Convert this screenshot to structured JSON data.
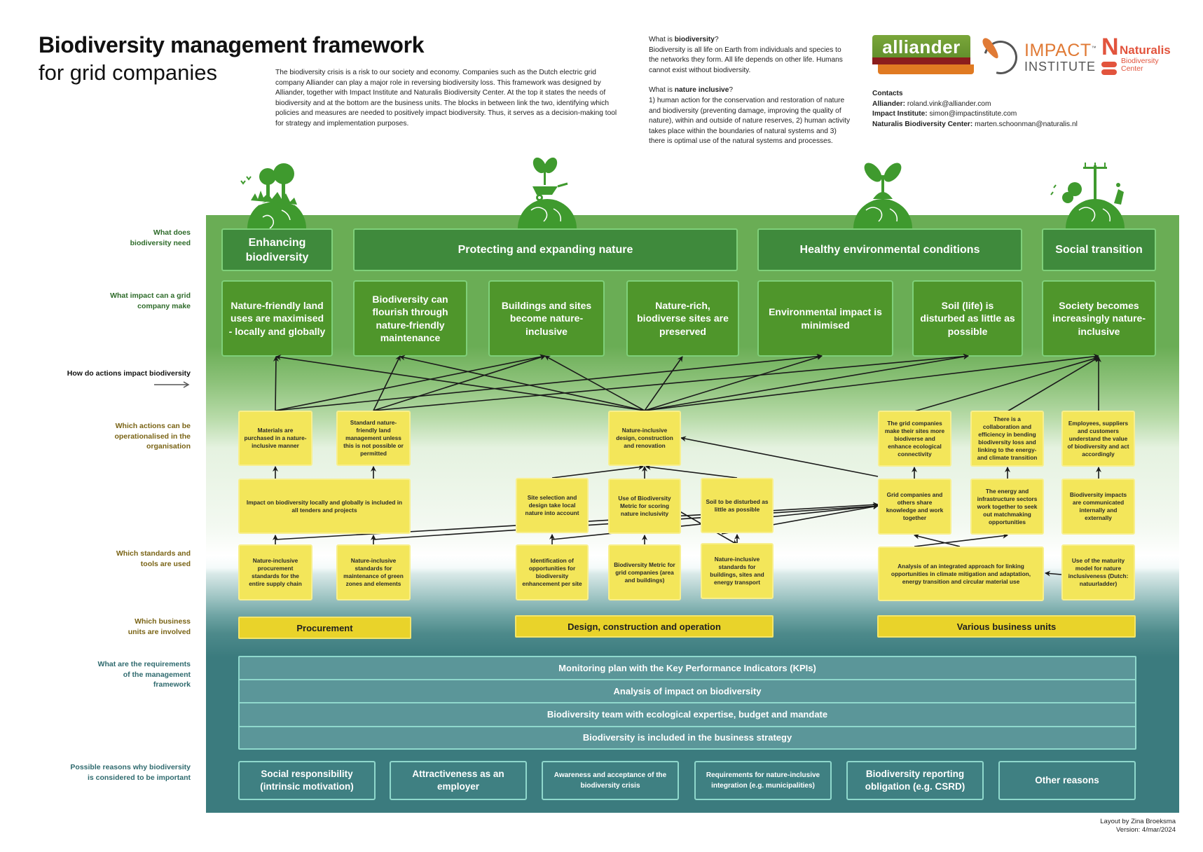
{
  "header": {
    "title": "Biodiversity management framework",
    "subtitle": "for grid companies",
    "intro": "The biodiversity crisis is a risk to our society and economy. Companies such as the Dutch electric grid company Alliander can play a major role in reversing biodiversity loss. This framework was designed by Alliander, together with Impact Institute and Naturalis Biodiversity Center. At the top it states the needs of biodiversity and at the bottom are the business units. The blocks in between link the two, identifying which policies and measures are needed to positively impact biodiversity. Thus, it serves as a decision-making tool for strategy and implementation purposes."
  },
  "definitions": {
    "biodiversity_q_prefix": "What is ",
    "biodiversity_q_bold": "biodiversity",
    "biodiversity_q_suffix": "?",
    "biodiversity_a": "Biodiversity is all life on Earth from individuals and species to the networks they form. All life depends on other life. Humans cannot exist without biodiversity.",
    "nature_q_prefix": "What is ",
    "nature_q_bold": "nature inclusive",
    "nature_q_suffix": "?",
    "nature_a": "1) human action for the conservation and restoration of nature and biodiversity (preventing damage, improving the quality of nature), within and outside of nature reserves, 2) human activity takes place within the boundaries of natural systems and 3) there is optimal use of the natural systems and processes."
  },
  "logos": {
    "alliander": "alliander",
    "impact_line1": "IMPACT",
    "impact_tm": "™",
    "impact_line2": "INSTITUTE",
    "naturalis_mark": "N",
    "naturalis_name": "Naturalis",
    "naturalis_sub1": "Biodiversity",
    "naturalis_sub2": "Center"
  },
  "contacts": {
    "heading": "Contacts",
    "items": [
      {
        "org": "Alliander:",
        "email": "roland.vink@alliander.com"
      },
      {
        "org": "Impact Institute:",
        "email": "simon@impactinstitute.com"
      },
      {
        "org": "Naturalis Biodiversity Center:",
        "email": "marten.schoonman@naturalis.nl"
      }
    ]
  },
  "row_labels": {
    "needs": "What does\nbiodiversity need",
    "impact": "What impact can a grid\ncompany make",
    "how": "How do actions impact biodiversity",
    "actions": "Which actions can be\noperationalised in the\norganisation",
    "standards": "Which standards and\ntools are used",
    "units": "Which business\nunits are involved",
    "requirements": "What are the requirements\nof the management\nframework",
    "reasons": "Possible reasons why biodiversity\nis considered to be important"
  },
  "colors": {
    "need_box": "#3f8a3c",
    "impact_box": "#4f962b",
    "action_box": "#f3e65a",
    "unit_box": "#e9d32a",
    "requirement_box": "#5b9699",
    "reason_box": "#3f8082",
    "box_border_green": "#7fd07a",
    "box_border_teal": "#8fd8cc"
  },
  "needs": [
    "Enhancing biodiversity",
    "Protecting and expanding nature",
    "Healthy environmental conditions",
    "Social transition"
  ],
  "impacts": [
    "Nature-friendly land uses are maximised - locally and globally",
    "Biodiversity can flourish through nature-friendly maintenance",
    "Buildings and sites become nature-inclusive",
    "Nature-rich, biodiverse sites are preserved",
    "Environmental impact is minimised",
    "Soil (life) is disturbed as little as possible",
    "Society becomes increasingly nature-inclusive"
  ],
  "actions": {
    "top": [
      "Materials are purchased in a nature-inclusive manner",
      "Standard nature-friendly land management unless this is not possible or permitted",
      "Nature-inclusive design, construction and renovation",
      "The grid companies make their sites more biodiverse and enhance ecological connectivity",
      "There is a collaboration and efficiency in bending biodiversity loss and linking to the energy- and climate transition",
      "Employees, suppliers and customers understand the value of biodiversity and act accordingly"
    ],
    "middle": [
      "Impact on biodiversity locally and globally is included in all tenders and projects",
      "Site selection and design take local nature into account",
      "Use of Biodiversity Metric for scoring nature inclusivity",
      "Soil to be disturbed as little as possible",
      "Grid companies and others share knowledge and work together",
      "The energy and infrastructure sectors work together to seek out matchmaking opportunities",
      "Biodiversity impacts are communicated internally and externally"
    ]
  },
  "standards": [
    "Nature-inclusive procurement standards for the entire supply chain",
    "Nature-inclusive standards for maintenance of green zones and elements",
    "Identification of opportunities for biodiversity enhancement per site",
    "Biodiversity Metric for grid companies (area and buildings)",
    "Nature-inclusive standards for buildings, sites and energy transport",
    "Analysis of an integrated approach for linking opportunities in climate mitigation and adaptation, energy transition and circular material use",
    "Use of the maturity model for nature inclusiveness (Dutch: natuurladder)"
  ],
  "business_units": [
    "Procurement",
    "Design, construction and operation",
    "Various business units"
  ],
  "requirements": [
    "Monitoring plan with the Key Performance Indicators (KPIs)",
    "Analysis of impact on biodiversity",
    "Biodiversity team with ecological expertise, budget and mandate",
    "Biodiversity is included in the business strategy"
  ],
  "reasons": [
    "Social responsibility (intrinsic motivation)",
    "Attractiveness as an employer",
    "Awareness and acceptance of the biodiversity crisis",
    "Requirements for nature-inclusive integration (e.g. municipalities)",
    "Biodiversity reporting obligation (e.g. CSRD)",
    "Other reasons"
  ],
  "credits": {
    "layout": "Layout by Zina Broeksma",
    "version": "Version: 4/mar/2024"
  }
}
